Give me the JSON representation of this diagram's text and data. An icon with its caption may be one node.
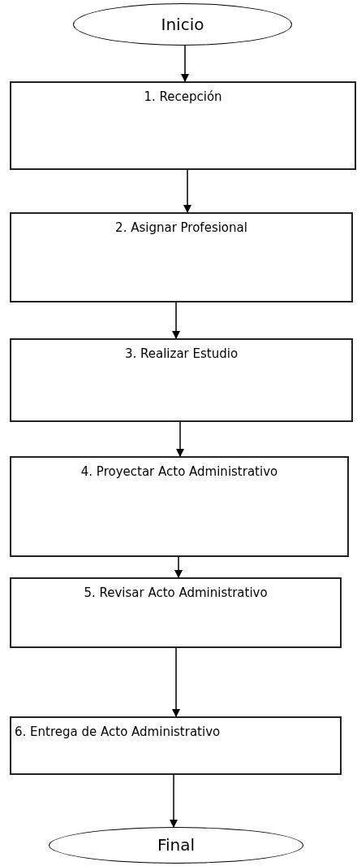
{
  "diagram": {
    "nodes": [
      {
        "text": [
          "Inicio"
        ]
      },
      {
        "text": [
          "1. Recepción"
        ]
      },
      {
        "text": [
          "2. Asignar Profesional"
        ]
      },
      {
        "text": [
          "3. Realizar Estudio"
        ]
      },
      {
        "text": [
          "4. Proyectar Acto Administrativo"
        ]
      },
      {
        "text": [
          "5. Revisar Acto Administrativo"
        ]
      },
      {
        "text": [
          "6. Entrega de Acto Administrativo"
        ]
      },
      {
        "text": [
          "Final"
        ]
      }
    ],
    "edges": [
      {
        "from": 0,
        "to": 1,
        "arrow": "to"
      },
      {
        "from": 1,
        "to": 2,
        "arrow": "to"
      },
      {
        "from": 2,
        "to": 3,
        "arrow": "to"
      },
      {
        "from": 3,
        "to": 4,
        "arrow": "to"
      },
      {
        "from": 4,
        "to": 5,
        "arrow": "to"
      },
      {
        "from": 5,
        "to": 6,
        "arrow": "to"
      },
      {
        "from": 6,
        "to": 7,
        "arrow": "to"
      }
    ]
  }
}
